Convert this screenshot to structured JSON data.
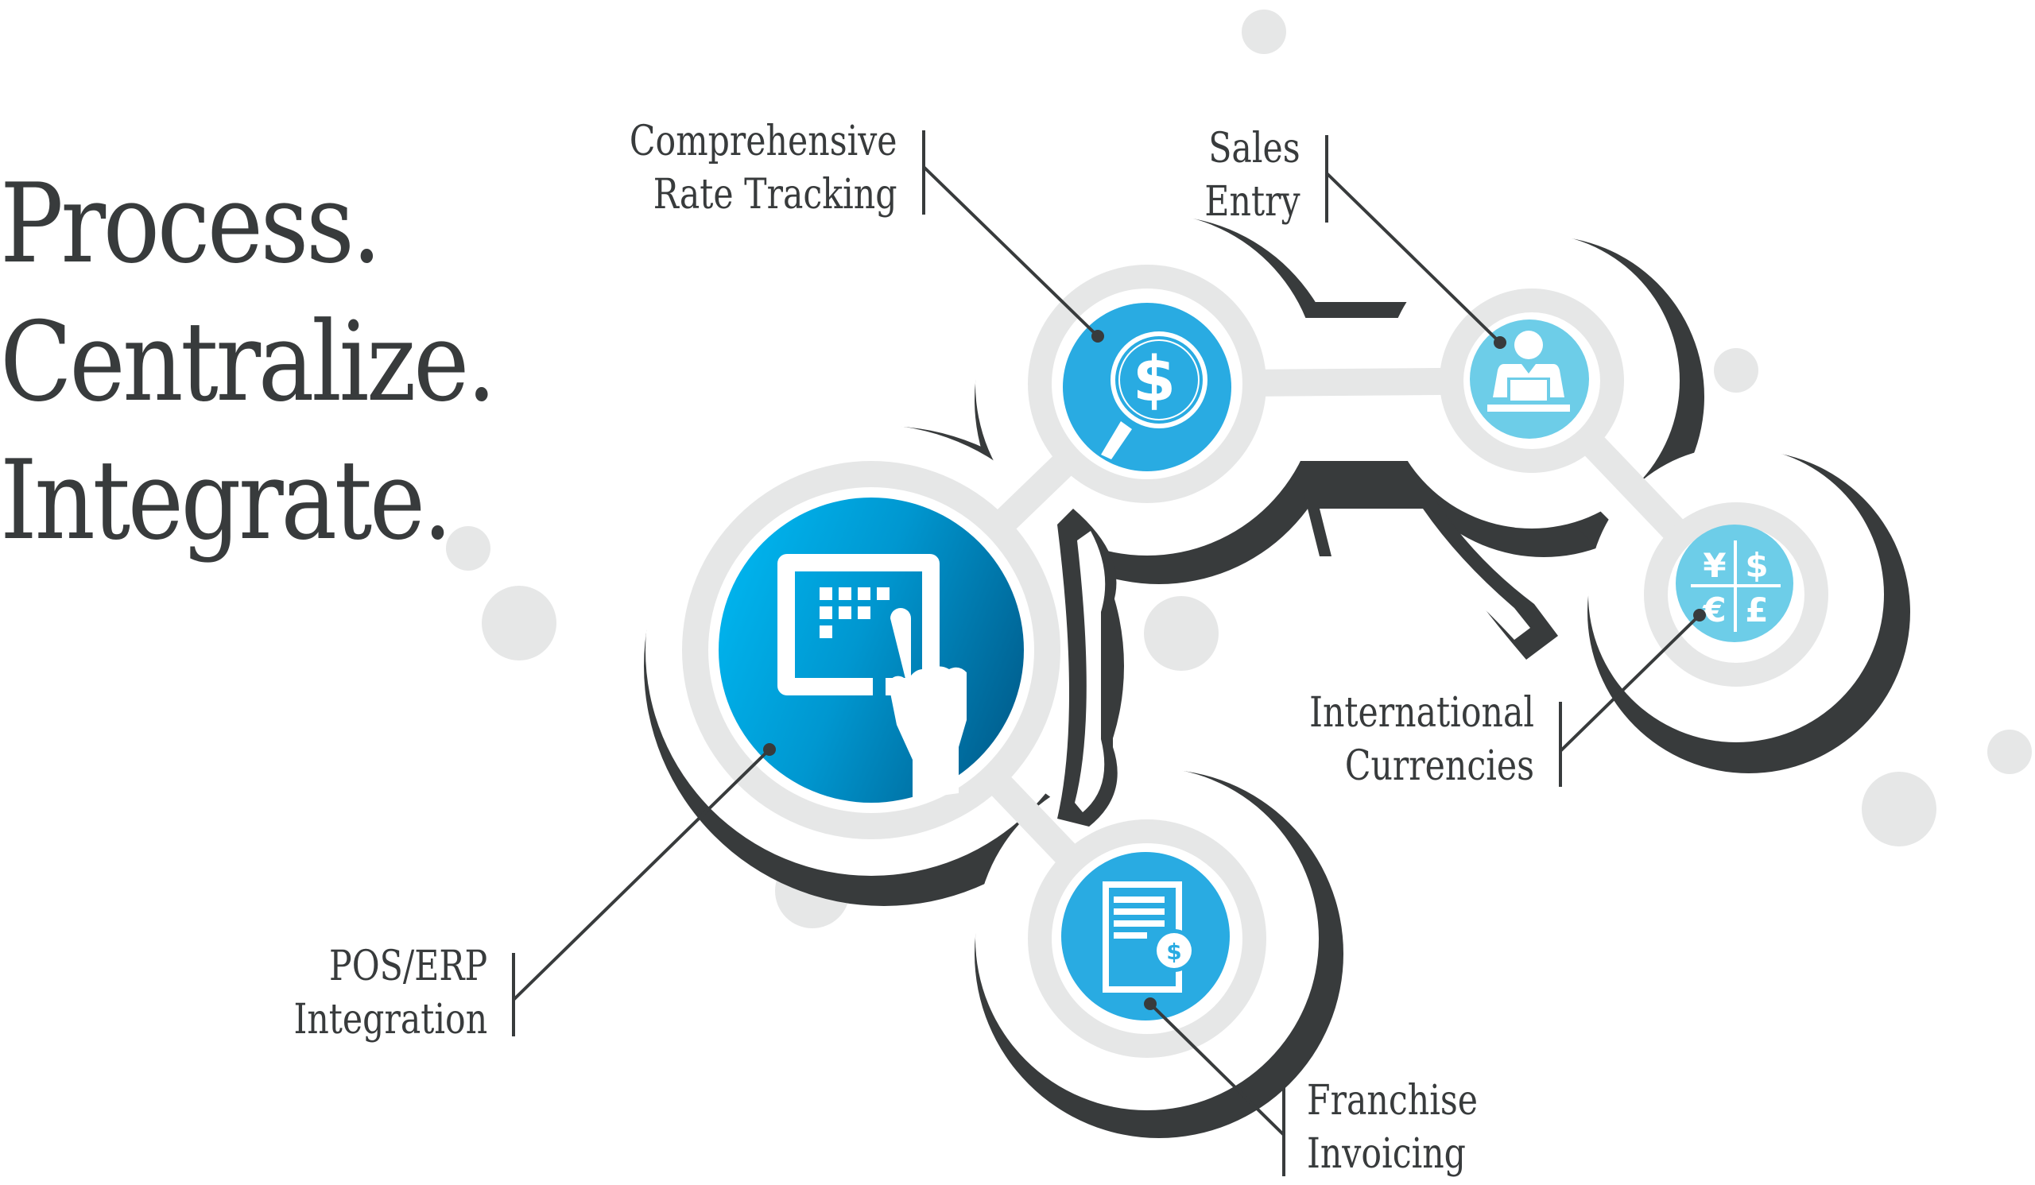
{
  "headline": {
    "lines": [
      "Process.",
      "Centralize.",
      "Integrate."
    ]
  },
  "colors": {
    "text": "#383b3c",
    "outline": "#383b3c",
    "ring": "#e6e7e7",
    "node_blue": "#29abe2",
    "node_light_blue": "#6dcde8",
    "hub_gradient_start": "#00b4ee",
    "hub_gradient_end": "#006597"
  },
  "nodes": [
    {
      "id": "pos-erp",
      "icon": "tablet-touch-icon",
      "label_lines": [
        "POS/ERP",
        "Integration"
      ]
    },
    {
      "id": "rate-tracking",
      "icon": "dollar-magnifier-icon",
      "label_lines": [
        "Comprehensive",
        "Rate Tracking"
      ]
    },
    {
      "id": "sales-entry",
      "icon": "person-at-laptop-icon",
      "label_lines": [
        "Sales",
        "Entry"
      ]
    },
    {
      "id": "currencies",
      "icon": "currency-grid-icon",
      "label_lines": [
        "International",
        "Currencies"
      ],
      "symbols": [
        "¥",
        "$",
        "€",
        "£"
      ]
    },
    {
      "id": "invoicing",
      "icon": "invoice-dollar-icon",
      "label_lines": [
        "Franchise",
        "Invoicing"
      ]
    }
  ],
  "icon_glyphs": {
    "dollar": "$"
  }
}
